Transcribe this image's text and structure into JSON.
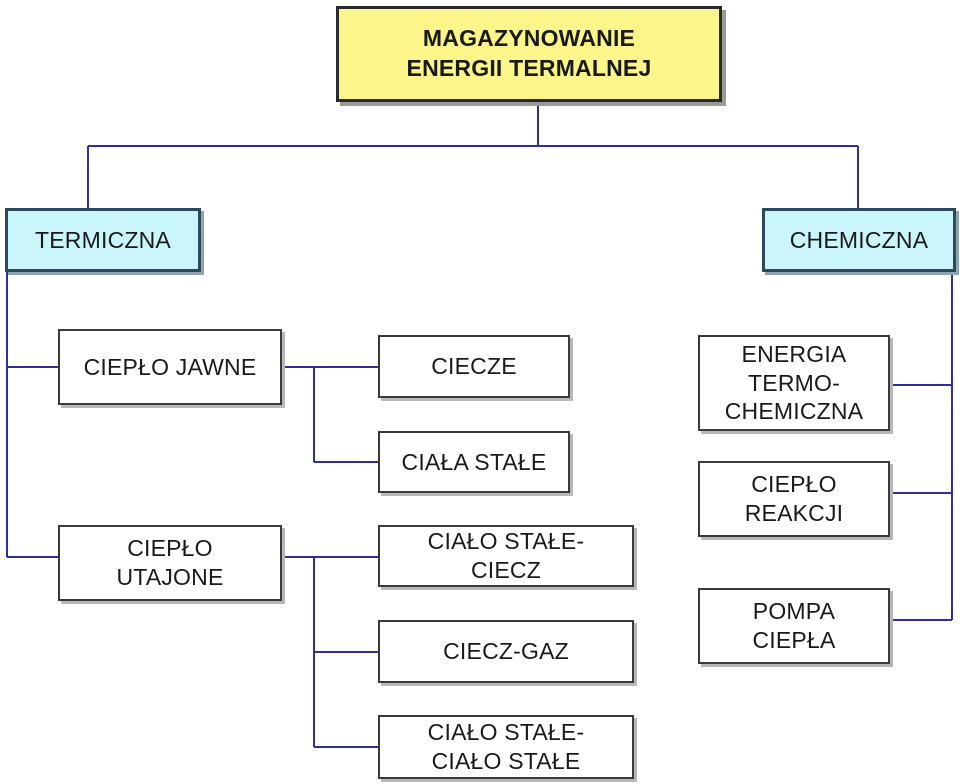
{
  "colors": {
    "root_fill": "#fbf58a",
    "category_fill": "#c9f5fb",
    "leaf_fill": "#ffffff",
    "connector": "#2e2f9a"
  },
  "diagram": {
    "root": "MAGAZYNOWANIE\nENERGII TERMALNEJ",
    "termiczna": {
      "label": "TERMICZNA",
      "cieplo_jawne": {
        "label": "CIEPŁO JAWNE",
        "children": [
          "CIECZE",
          "CIAŁA STAŁE"
        ]
      },
      "cieplo_utajone": {
        "label": "CIEPŁO\nUTAJONE",
        "children": [
          "CIAŁO STAŁE-\nCIECZ",
          "CIECZ-GAZ",
          "CIAŁO STAŁE-\nCIAŁO STAŁE"
        ]
      }
    },
    "chemiczna": {
      "label": "CHEMICZNA",
      "children": [
        "ENERGIA\nTERMO-\nCHEMICZNA",
        "CIEPŁO\nREAKCJI",
        "POMPA\nCIEPŁA"
      ]
    }
  }
}
